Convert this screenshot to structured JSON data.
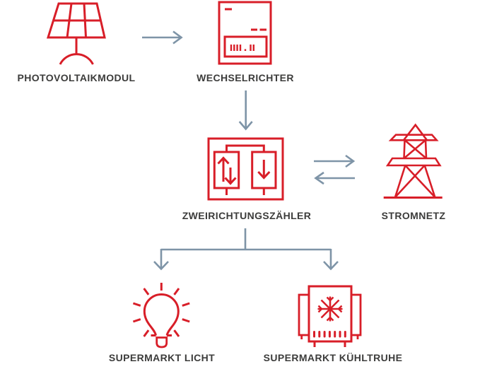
{
  "title": "Photovoltaik Energiefluss Diagramm",
  "colors": {
    "red": "#d81e28",
    "arrow": "#7e94a7",
    "text": "#3c3c3b",
    "background": "#ffffff"
  },
  "diagram": {
    "nodes": {
      "photovoltaik": {
        "label": "PHOTOVOLTAIKMODUL",
        "icon": "solar-panel-icon"
      },
      "wechselrichter": {
        "label": "WECHSELRICHTER",
        "icon": "inverter-icon"
      },
      "zweirichtungszaehler": {
        "label": "ZWEIRICHTUNGSZÄHLER",
        "icon": "bidirectional-meter-icon"
      },
      "stromnetz": {
        "label": "STROMNETZ",
        "icon": "transmission-tower-icon"
      },
      "supermarkt_licht": {
        "label": "SUPERMARKT LICHT",
        "icon": "light-bulb-icon"
      },
      "supermarkt_kuehltruhe": {
        "label": "SUPERMARKT KÜHLTRUHE",
        "icon": "freezer-icon"
      }
    },
    "connections": [
      {
        "from": "photovoltaik",
        "to": "wechselrichter",
        "direction": "right"
      },
      {
        "from": "wechselrichter",
        "to": "zweirichtungszaehler",
        "direction": "down"
      },
      {
        "from": "zweirichtungszaehler",
        "to": "stromnetz",
        "direction": "bidirectional"
      },
      {
        "from": "zweirichtungszaehler",
        "to": "supermarkt_licht",
        "direction": "down"
      },
      {
        "from": "zweirichtungszaehler",
        "to": "supermarkt_kuehltruhe",
        "direction": "down"
      }
    ]
  }
}
